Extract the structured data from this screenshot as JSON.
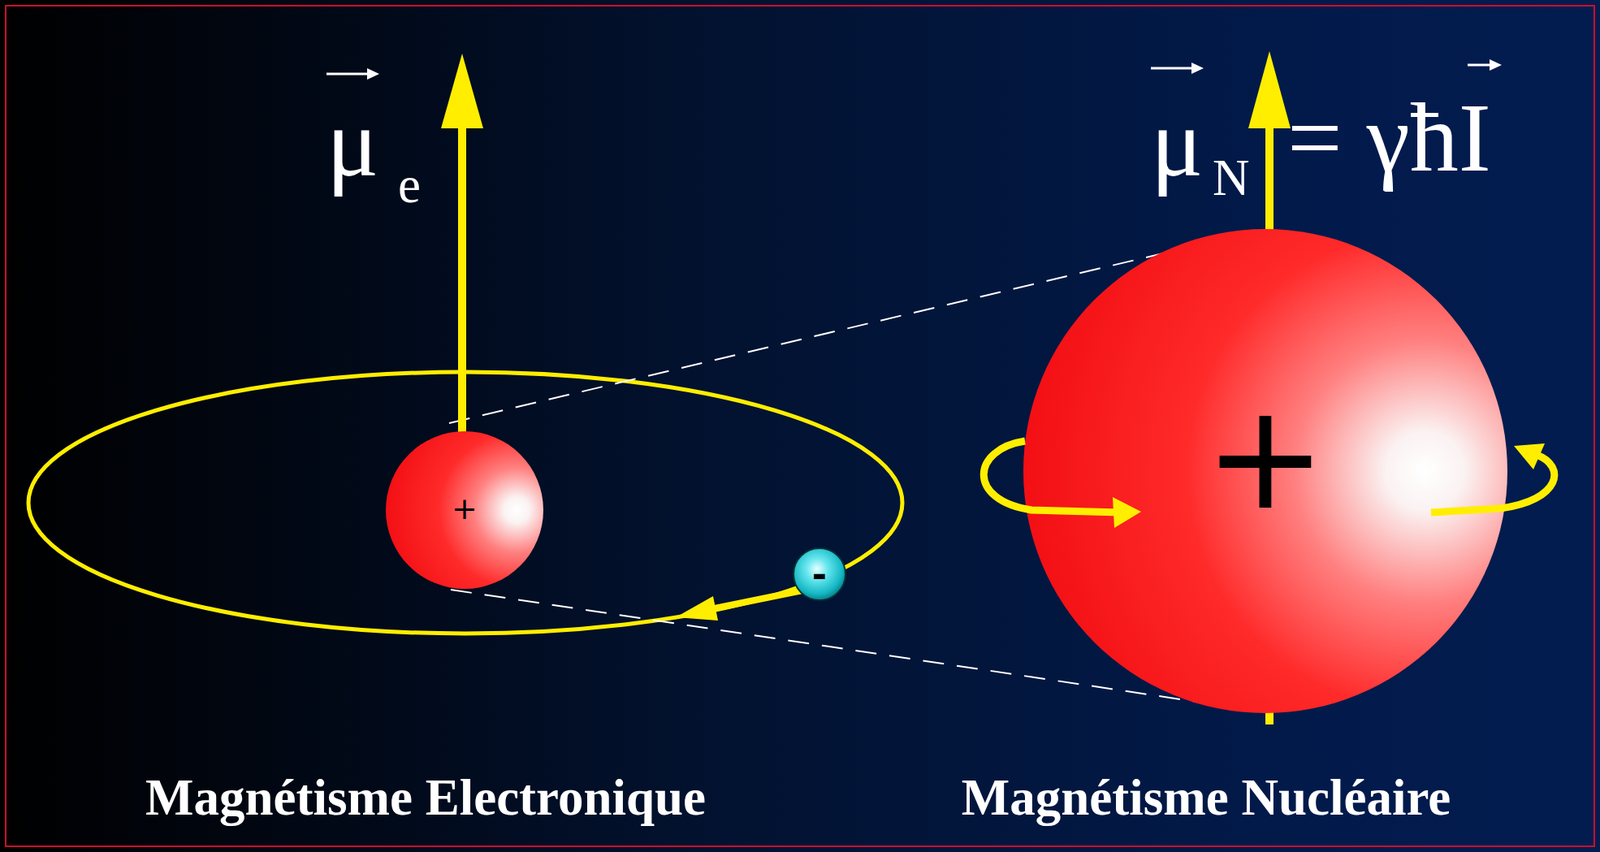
{
  "diagram": {
    "nodes": [
      {
        "text": [
          "+"
        ]
      },
      {
        "text": [
          "-"
        ]
      },
      {
        "text": [
          "+"
        ]
      }
    ],
    "labels": [
      "μ",
      "e",
      "μ",
      "N",
      "= γħI",
      "Magnétisme Electronique",
      "Magnétisme Nucléaire"
    ]
  }
}
